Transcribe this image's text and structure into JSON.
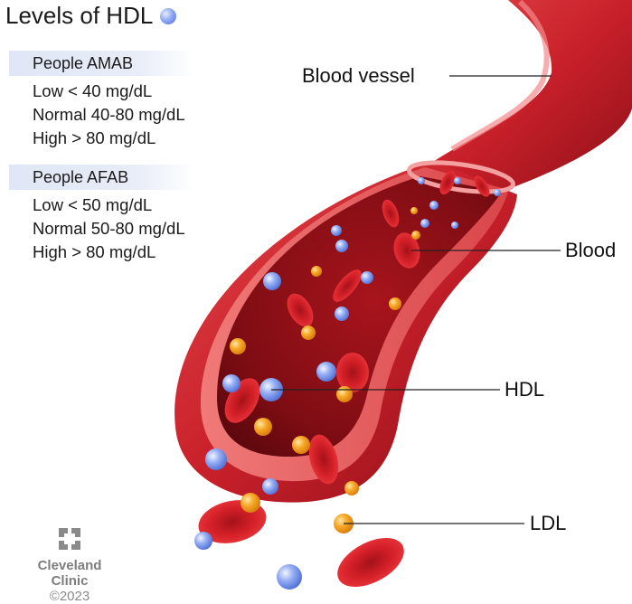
{
  "title": "Levels of HDL",
  "groups": [
    {
      "heading": "People AMAB",
      "lines": [
        "Low < 40 mg/dL",
        "Normal 40-80 mg/dL",
        "High > 80 mg/dL"
      ]
    },
    {
      "heading": "People AFAB",
      "lines": [
        "Low < 50 mg/dL",
        "Normal 50-80 mg/dL",
        "High > 80 mg/dL"
      ]
    }
  ],
  "callouts": {
    "blood_vessel": "Blood vessel",
    "blood": "Blood",
    "hdl": "HDL",
    "ldl": "LDL"
  },
  "logo": {
    "line1": "Cleveland",
    "line2": "Clinic",
    "copyright": "©2023"
  },
  "colors": {
    "vessel": "#c8202a",
    "vessel_dark": "#7e0d13",
    "hdl_particle": "#7f9ef0",
    "ldl_particle": "#f5a21f",
    "red_cell": "#d11d25",
    "heading_bg": "#e1e7f4"
  }
}
